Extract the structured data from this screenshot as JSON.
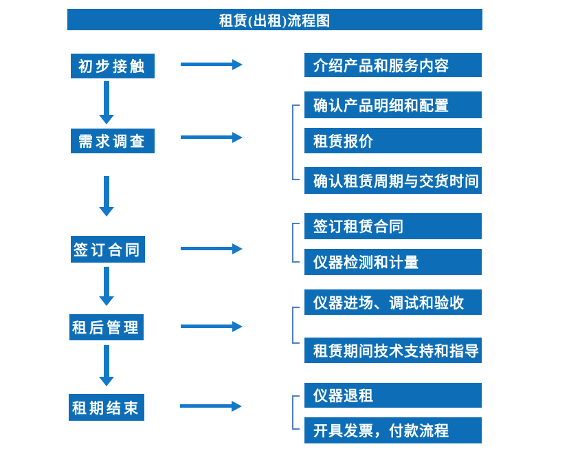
{
  "title": "租赁(出租)流程图",
  "colors": {
    "box_bg": "#0d6eb7",
    "box_text": "#ffffff",
    "arrow": "#1478c8",
    "bracket": "#4d7fc0",
    "background": "#ffffff"
  },
  "flow": [
    {
      "stage": "初步接触",
      "details": [
        "介绍产品和服务内容"
      ]
    },
    {
      "stage": "需求调查",
      "details": [
        "确认产品明细和配置",
        "租赁报价",
        "确认租赁周期与交货时间"
      ]
    },
    {
      "stage": "签订合同",
      "details": [
        "签订租赁合同",
        "仪器检测和计量"
      ]
    },
    {
      "stage": "租后管理",
      "details": [
        "仪器进场、调试和验收",
        "租赁期间技术支持和指导"
      ]
    },
    {
      "stage": "租期结束",
      "details": [
        "仪器退租",
        "开具发票，付款流程"
      ]
    }
  ]
}
